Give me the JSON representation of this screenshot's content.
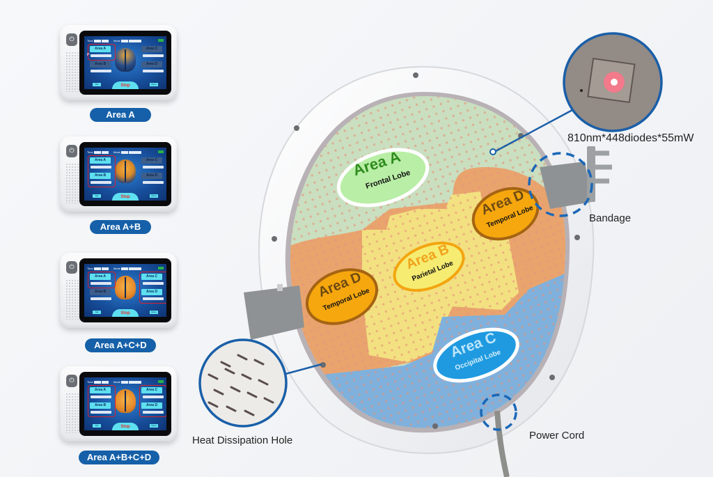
{
  "devices": [
    {
      "label": "Area A",
      "active": [
        "A"
      ]
    },
    {
      "label": "Area A+B",
      "active": [
        "A",
        "B"
      ]
    },
    {
      "label": "Area A+C+D",
      "active": [
        "A",
        "C",
        "D"
      ]
    },
    {
      "label": "Area A+B+C+D",
      "active": [
        "A",
        "B",
        "C",
        "D"
      ]
    }
  ],
  "screen": {
    "time_label": "Time",
    "mode_label": "Mode",
    "area_a": "Area A",
    "area_b": "Area B",
    "area_c": "Area C",
    "area_d": "Area D",
    "power_prefix": "P",
    "set": "Set",
    "stop": "Stop",
    "menu": "Menu",
    "power_button": "On/Off"
  },
  "helmet": {
    "zones": [
      {
        "area": "Area A",
        "lobe": "Frontal Lobe",
        "color": "#b9eea6"
      },
      {
        "area": "Area B",
        "lobe": "Parietal Lobe",
        "color": "#f6ec72"
      },
      {
        "area": "Area C",
        "lobe": "Occipital Lobe",
        "color": "#1f9ae0"
      },
      {
        "area": "Area D",
        "lobe": "Temporal Lobe",
        "color": "#f6a70e"
      }
    ]
  },
  "callouts": {
    "diode_spec": "810nm*448diodes*55mW",
    "bandage": "Bandage",
    "heat_hole": "Heat Dissipation Hole",
    "power_cord": "Power Cord"
  },
  "colors": {
    "accent_blue": "#1560a8",
    "highlight_red": "#d9212b"
  }
}
